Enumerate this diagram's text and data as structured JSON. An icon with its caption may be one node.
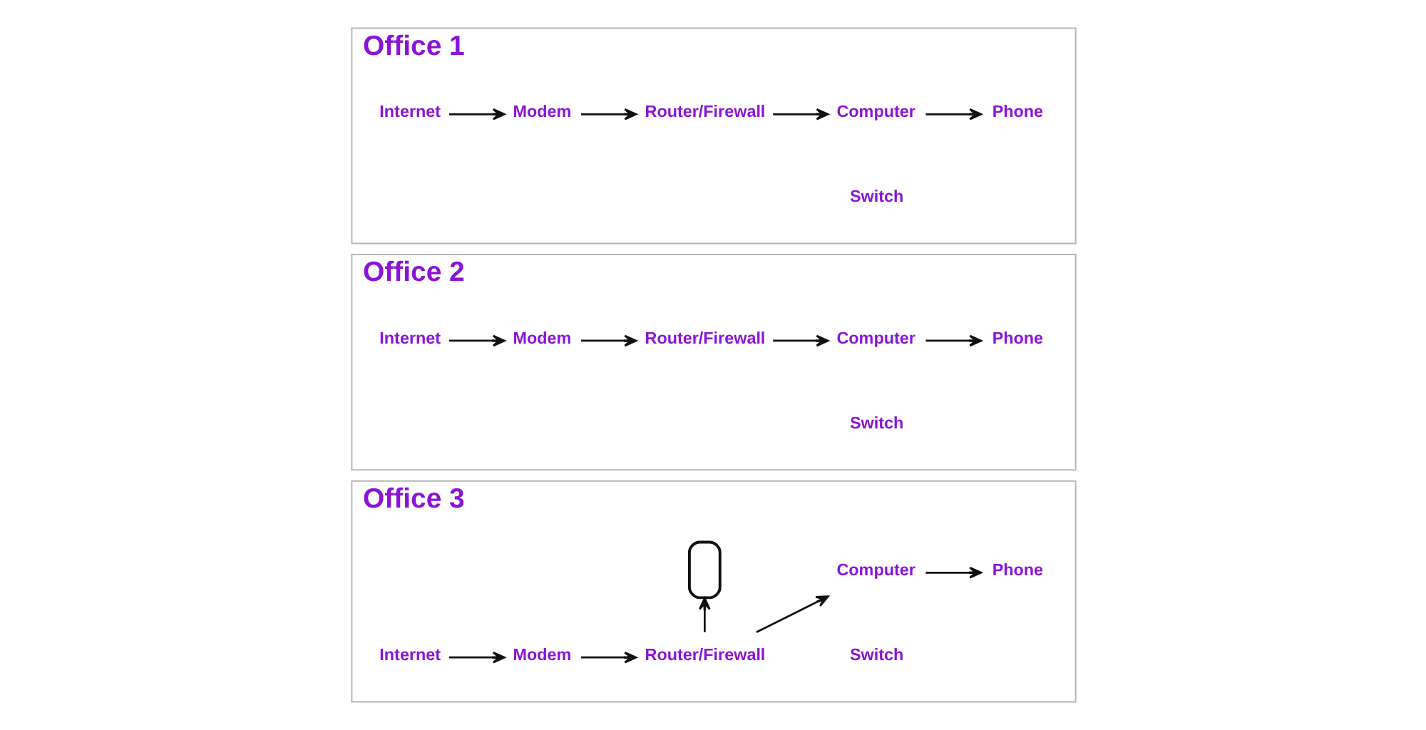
{
  "diagram": {
    "nodes": [
      {
        "text": [
          "Office 1"
        ]
      },
      {
        "text": [
          "Internet"
        ],
        "in": 0
      },
      {
        "text": [
          "Modem"
        ],
        "in": 0
      },
      {
        "text": [
          "Router/Firewall"
        ],
        "in": 0
      },
      {
        "text": [
          "Computer"
        ],
        "in": 0
      },
      {
        "text": [
          "Switch"
        ],
        "in": 0
      },
      {
        "text": [
          "Phone"
        ],
        "in": 0
      },
      {
        "text": [
          "Office 2"
        ]
      },
      {
        "text": [
          "Internet"
        ],
        "in": 7
      },
      {
        "text": [
          "Modem"
        ],
        "in": 7
      },
      {
        "text": [
          "Router/Firewall"
        ],
        "in": 7
      },
      {
        "text": [
          "Computer"
        ],
        "in": 7
      },
      {
        "text": [
          "Switch"
        ],
        "in": 7
      },
      {
        "text": [
          "Phone"
        ],
        "in": 7
      },
      {
        "text": [
          "Office 3"
        ]
      },
      {
        "text": [
          "Internet"
        ],
        "in": 14
      },
      {
        "text": [
          "Modem"
        ],
        "in": 14
      },
      {
        "text": [],
        "shape": "box",
        "in": 14
      },
      {
        "text": [
          "Router/Firewall"
        ],
        "in": 14
      },
      {
        "text": [
          "Computer"
        ],
        "in": 14
      },
      {
        "text": [
          "Switch"
        ],
        "in": 14
      },
      {
        "text": [
          "Phone"
        ],
        "in": 14
      }
    ],
    "edges": [
      {
        "from": 1,
        "to": 2,
        "arrow": "to"
      },
      {
        "from": 2,
        "to": 3,
        "arrow": "to"
      },
      {
        "from": 3,
        "to": 4,
        "arrow": "to"
      },
      {
        "from": 4,
        "to": 6,
        "arrow": "to"
      },
      {
        "from": 8,
        "to": 9,
        "arrow": "to"
      },
      {
        "from": 9,
        "to": 10,
        "arrow": "to"
      },
      {
        "from": 10,
        "to": 11,
        "arrow": "to"
      },
      {
        "from": 11,
        "to": 13,
        "arrow": "to"
      },
      {
        "from": 15,
        "to": 16,
        "arrow": "to"
      },
      {
        "from": 16,
        "to": 18,
        "arrow": "to"
      },
      {
        "from": 18,
        "to": 17,
        "arrow": "to"
      },
      {
        "from": 18,
        "to": 19,
        "arrow": "to"
      },
      {
        "from": 19,
        "to": 21,
        "arrow": "to"
      }
    ]
  }
}
